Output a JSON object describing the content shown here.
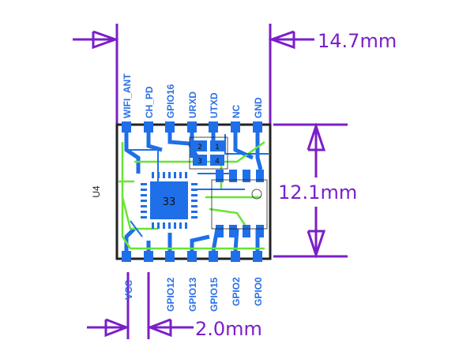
{
  "colors": {
    "dimension": "#7a1fc9",
    "copper": "#1e6fe8",
    "silk": "#66e633",
    "outline": "#222222",
    "label": "#2a6fe6"
  },
  "reference": "U4",
  "chip_label": "33",
  "top_pins": [
    "WIFI_ANT",
    "CH_PD",
    "GPIO16",
    "URXD",
    "UTXD",
    "NC",
    "GND"
  ],
  "bottom_pins": [
    "VCC",
    "",
    "GPIO12",
    "GPIO13",
    "GPIO15",
    "GPIO2",
    "GPIO0"
  ],
  "dimensions": {
    "width": "14.7mm",
    "height": "12.1mm",
    "pitch": "2.0mm"
  },
  "small_pads": [
    "2",
    "1",
    "3",
    "4"
  ]
}
